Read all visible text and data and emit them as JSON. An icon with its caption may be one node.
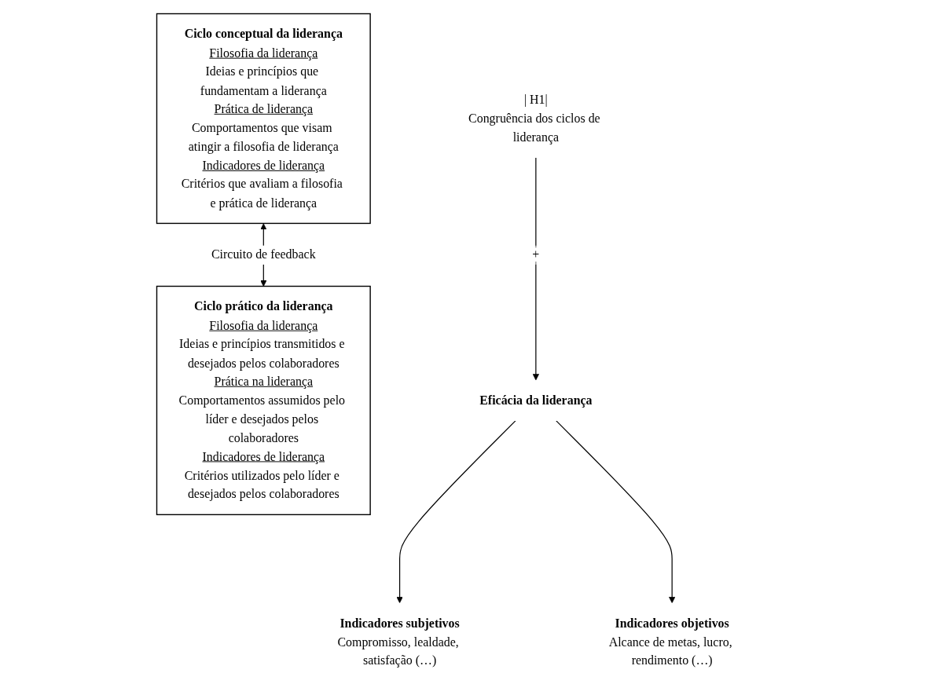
{
  "diagram": {
    "nodes": [
      {
        "text": [
          "Ciclo conceptual da liderança",
          "Filosofia da liderança",
          "Ideias e princípios que fundamentam a liderança",
          "Prática de liderança",
          "Comportamentos que visam atingir a filosofia de liderança",
          "Indicadores de liderança",
          "Critérios que avaliam a filosofia e prática de liderança"
        ]
      },
      {
        "text": [
          "Ciclo prático da liderança",
          "Filosofia da liderança",
          "Ideias e princípios transmitidos e desejados pelos colaboradores",
          "Prática na liderança",
          "Comportamentos assumidos pelo líder e desejados pelos colaboradores",
          "Indicadores de liderança",
          "Critérios utilizados pelo líder e desejados pelos colaboradores"
        ]
      },
      {
        "text": [
          "| H1|",
          "Congruência dos ciclos de liderança"
        ]
      },
      {
        "text": [
          "Eficácia da liderança"
        ]
      },
      {
        "text": [
          "Indicadores subjetivos",
          "Compromisso, lealdade, satisfação (…)"
        ]
      },
      {
        "text": [
          "Indicadores objetivos",
          "Alcance de metas, lucro, rendimento (…)"
        ]
      }
    ],
    "edges": [
      {
        "from": 0,
        "to": 1,
        "arrow": "both",
        "label": "Circuito de feedback"
      },
      {
        "from": 2,
        "to": 3,
        "arrow": "to",
        "label": "+"
      },
      {
        "from": 3,
        "to": 4,
        "arrow": "to"
      },
      {
        "from": 3,
        "to": 5,
        "arrow": "to"
      }
    ]
  }
}
